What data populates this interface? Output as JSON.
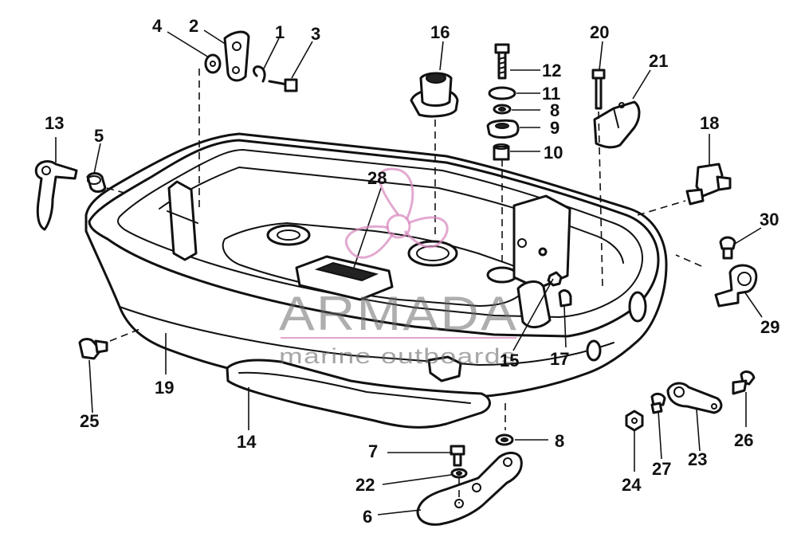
{
  "diagram": {
    "callouts": [
      "1",
      "2",
      "3",
      "4",
      "5",
      "6",
      "7",
      "8",
      "9",
      "10",
      "11",
      "12",
      "13",
      "14",
      "15",
      "16",
      "17",
      "18",
      "19",
      "20",
      "21",
      "22",
      "23",
      "24",
      "25",
      "26",
      "27",
      "28",
      "29",
      "30"
    ],
    "callout_8_second": "8",
    "watermark": {
      "title": "ARMADA",
      "subtitle": "marine outboards"
    }
  },
  "colors": {
    "ink": "#111111",
    "watermark_gray": "#6b6b6b",
    "watermark_pink": "#d98cc0"
  }
}
